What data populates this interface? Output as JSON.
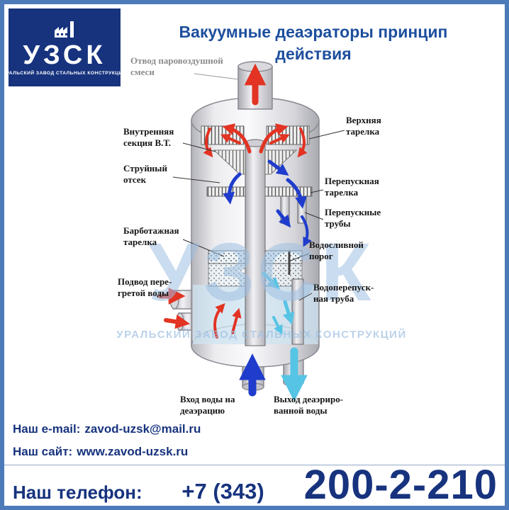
{
  "logo": {
    "name": "УЗСК",
    "tagline": "УРАЛЬСКИЙ ЗАВОД СТАЛЬНЫХ КОНСТРУКЦИЙ"
  },
  "title": {
    "line1": "Вакуумные деаэраторы принцип",
    "line2": "действия"
  },
  "diagram": {
    "labels": {
      "steam_air_outlet": "Отвод паровоздушной\nсмеси",
      "inner_section": "Внутренняя\nсекция В.Т.",
      "jet_compartment": "Струйный\nотсек",
      "bubbling_tray": "Барботажная\nтарелка",
      "superheated_water_inlet": "Подвод пере-\nгретой воды",
      "upper_tray": "Верхняя\nтарелка",
      "bypass_tray": "Перепускная\nтарелка",
      "bypass_pipes": "Перепускные\nтрубы",
      "overflow_weir": "Водосливной\nпорог",
      "water_bypass_pipe": "Водоперепуск-\nная труба",
      "water_inlet": "Вход воды на\nдеаэрацию",
      "deaerated_water_outlet": "Выход деаэриро-\nванной воды"
    }
  },
  "watermark": {
    "text": "УЗСК",
    "tagline": "УРАЛЬСКИЙ ЗАВОД СТАЛЬНЫХ КОНСТРУКЦИЙ"
  },
  "contacts": {
    "email_label": "Наш e-mail:",
    "email_value": "zavod-uzsk@mail.ru",
    "site_label": "Наш сайт:",
    "site_value": "www.zavod-uzsk.ru",
    "phone_label": "Наш телефон:",
    "phone_area": "+7 (343)",
    "phone_number": "200-2-210"
  },
  "colors": {
    "frame": "#4d7ab8",
    "brand_navy": "#17337e",
    "title_blue": "#1d4f9e",
    "watermark": "#9fc0e2",
    "arrow_red": "#e23323",
    "arrow_blue": "#1f3ccc",
    "arrow_cyan": "#56c4e4"
  }
}
